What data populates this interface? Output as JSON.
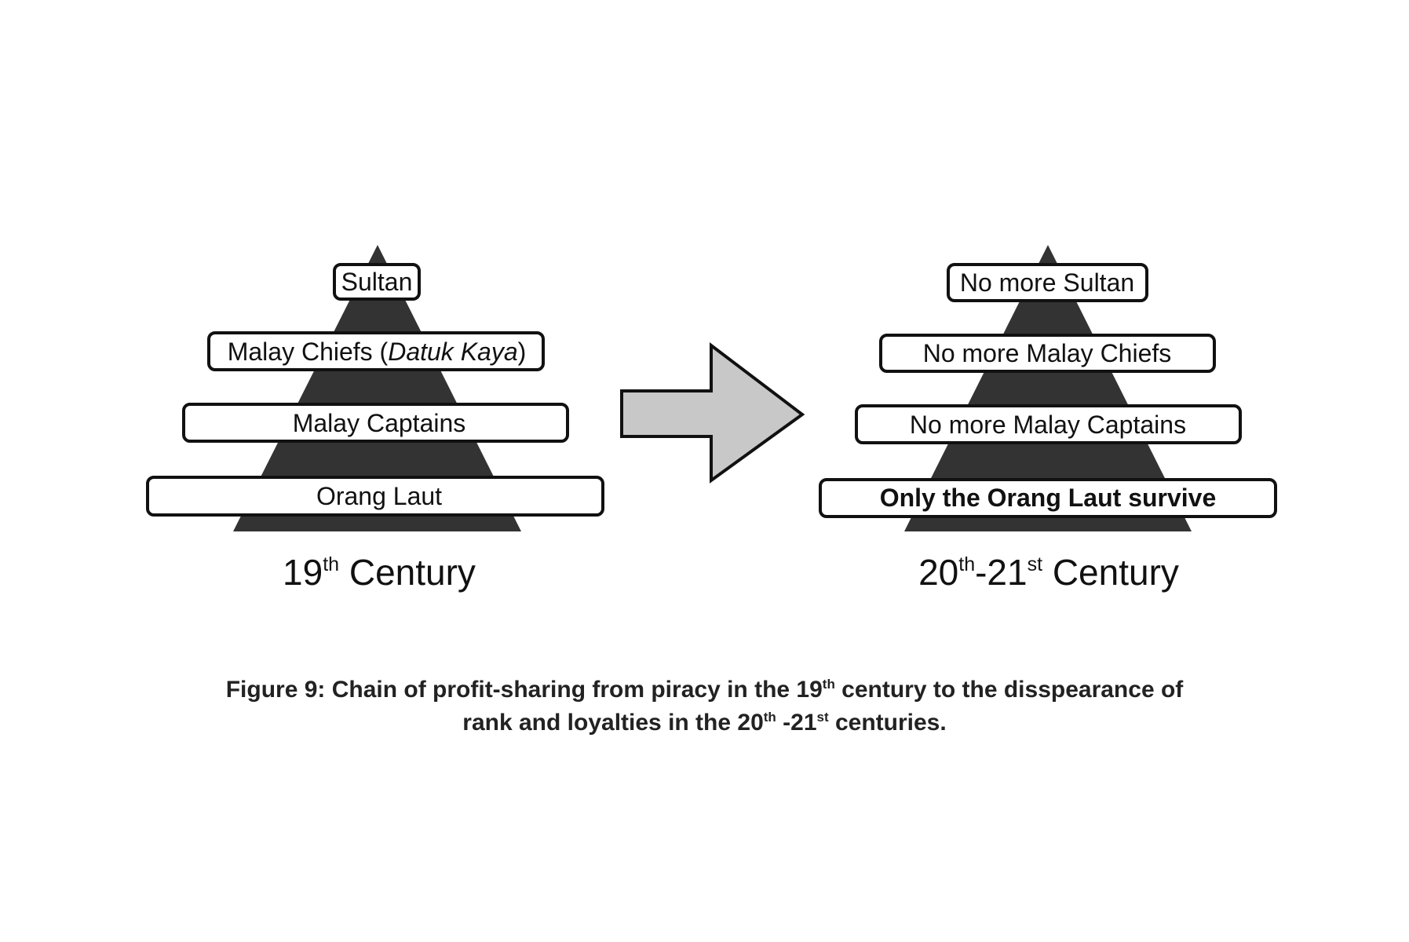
{
  "left_pyramid": {
    "tiers": [
      "Sultan",
      "Malay Chiefs (",
      "Malay Captains",
      "Orang Laut"
    ],
    "chiefs_italic": "Datuk Kaya",
    "chiefs_close": ")",
    "era_main": "19",
    "era_sup": "th",
    "era_word": " Century"
  },
  "right_pyramid": {
    "tiers": [
      "No more Sultan",
      "No more Malay Chiefs",
      "No more Malay Captains",
      "Only the Orang Laut survive"
    ],
    "era_a": "20",
    "era_a_sup": "th",
    "era_mid": "-21",
    "era_b_sup": "st",
    "era_word": " Century"
  },
  "caption": {
    "p1": "Figure 9: Chain of profit-sharing from piracy in the 19",
    "s1": "th",
    "p2": " century to the disspearance of",
    "p3": "rank and loyalties in the 20",
    "s2": "th",
    "p4": " -21",
    "s3": "st",
    "p5": " centuries."
  },
  "colors": {
    "pyramid_fill": "#333333",
    "arrow_fill": "#c8c8c8",
    "outline": "#111111",
    "box_fill": "#ffffff"
  }
}
